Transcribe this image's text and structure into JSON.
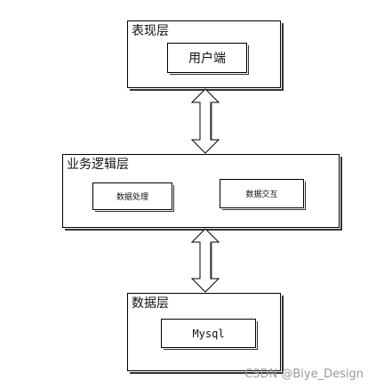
{
  "layers": {
    "presentation": {
      "title": "表现层",
      "boxes": {
        "client": "用户端"
      }
    },
    "business": {
      "title": "业务逻辑层",
      "boxes": {
        "processing": "数据处理",
        "interaction": "数据交互"
      }
    },
    "data": {
      "title": "数据层",
      "boxes": {
        "mysql": "Mysql"
      }
    }
  },
  "watermark": "CSDN @Biye_Design",
  "colors": {
    "stroke": "#000000",
    "shadow": "#333333",
    "watermark": "#9a9a9a"
  }
}
